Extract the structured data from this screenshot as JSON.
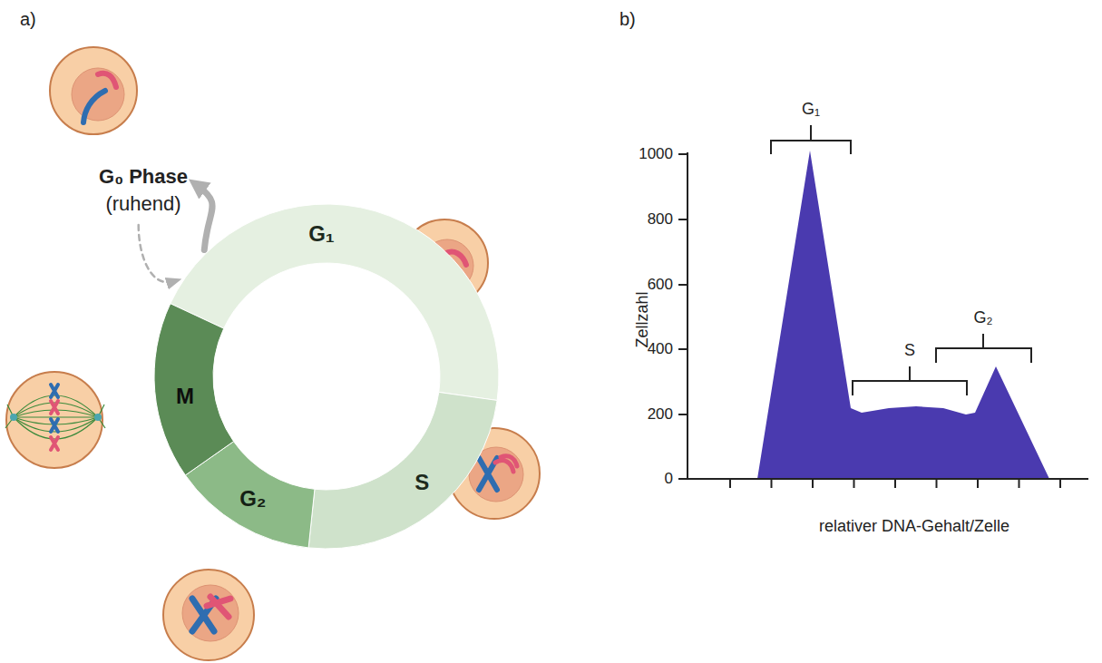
{
  "diagram": {
    "nodes": [
      {
        "text": [
          "G₀ Phase",
          "(ruhend)"
        ]
      },
      {
        "text": [
          "G₁"
        ]
      },
      {
        "text": [
          "S"
        ]
      },
      {
        "text": [
          "G₂"
        ]
      },
      {
        "text": [
          "M"
        ]
      }
    ],
    "edges": [
      {
        "from": 1,
        "to": 0,
        "arrow": "to"
      },
      {
        "from": 0,
        "to": 1,
        "arrow": "to"
      }
    ],
    "labels": [
      "a)",
      "b)",
      "G₁",
      "S",
      "G₂",
      "1000",
      "800",
      "600",
      "400",
      "200",
      "0",
      "Zellzahl",
      "relativer DNA-Gehalt/Zelle"
    ]
  }
}
